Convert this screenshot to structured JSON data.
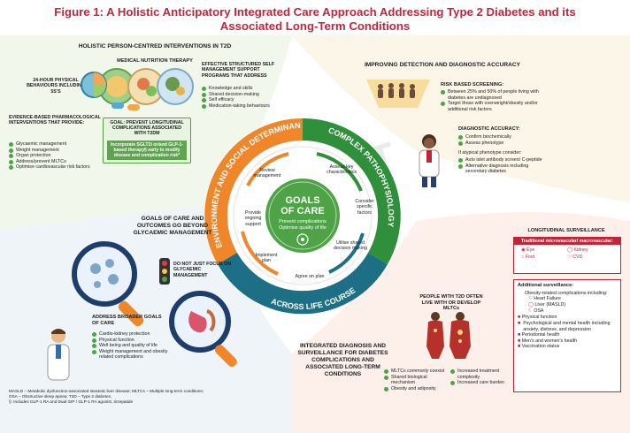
{
  "title_line1": "Figure 1: A Holistic Anticipatory Integrated Care Approach Addressing Type 2 Diabetes and its",
  "title_line2": "Associated Long-Term Conditions",
  "watermark": "DRAFT",
  "top_left": {
    "heading": "HOLISTIC PERSON-CENTRED INTERVENTIONS IN T2D",
    "medical_nutrition": "MEDICAL NUTRITION THERAPY",
    "physical_behaviours": "24-HOUR PHYSICAL BEHAVIOURS INCLUDING 5S'S",
    "self_mgmt_heading": "EFFECTIVE STRUCTURED SELF MANAGEMENT SUPPORT PROGRAMS THAT ADDRESS",
    "self_mgmt_items": [
      "Knowledge and skills",
      "Shared decision-making",
      "Self efficacy",
      "Medication-taking behaviours"
    ],
    "pharm_heading": "EVIDENCE-BASED PHARMACOLOGICAL INTERVENTIONS THAT PROVIDE:",
    "pharm_items": [
      "Glycaemic management",
      "Weight management",
      "Organ protection",
      "Address/prevent MLTCs",
      "Optimise cardiovascular risk factors"
    ],
    "goal_text": "GOAL: PREVENT LONGITUDINAL COMPLICATIONS ASSOCIATED WITH T2DM",
    "incorporate_text": "Incorporate SGLT2i or/and GLP-1-based therapy§ early to modify disease and complication risk*"
  },
  "top_right": {
    "heading": "IMPROVING DETECTION AND DIAGNOSTIC ACCURACY",
    "risk_heading": "RISK BASED SCREENING:",
    "risk_items": [
      "Between 25% and 50% of people living with diabetes are undiagnosed",
      "Target those with overweight/obesity and/or additional risk factors"
    ],
    "diag_heading": "DIAGNOSTIC ACCURACY:",
    "diag_items": [
      "Confirm biochemically",
      "Assess phenotype"
    ],
    "atypical_text": "If atypical phenotype consider:",
    "atypical_items": [
      "Auto islet antibody screen/ C-peptide",
      "Alternative diagnosis including secondary diabetes"
    ]
  },
  "wheel": {
    "left_band": "ENVIRONMENT AND SOCIAL DETERMINANTS",
    "right_band": "COMPLEX PATHOPHYSIOLOGY",
    "bottom_band": "ACROSS LIFE COURSE",
    "goals_title_1": "GOALS",
    "goals_title_2": "OF CARE",
    "goals_items": [
      "Prevent complications",
      "Optimise quality of life"
    ],
    "steps": [
      "Review management",
      "Assess key characteristics",
      "Consider specific factors",
      "Utilise shared decision making",
      "Agree on plan",
      "Implement plan",
      "Provide ongoing support"
    ]
  },
  "mid_left": {
    "heading": "GOALS OF CARE AND OUTCOMES GO BEYOND GLYCAEMIC MANAGEMENT",
    "not_just": "DO NOT JUST FOCUS ON GLYCAEMIC MANAGEMENT",
    "address_heading": "ADDRESS BROADER GOALS OF CARE",
    "address_items": [
      "Cardio-kidney protection",
      "Physical function",
      "Well being and quality of life",
      "Weight management and obesity related complications"
    ]
  },
  "footnote": {
    "line1": "MASLD – Metabolic dysfunction-associated steatotic liver disease; MLTCs – Multiple long-term conditions; OSA – Obstructive sleep apnea; T2D – Type 2 diabetes.",
    "line2": "§: Includes GLP-1 RA and Dual GIP / GLP-1 RA agonist, tirzepatide"
  },
  "bottom_center": {
    "heading": "INTEGRATED DIAGNOSIS AND SURVEILLANCE FOR DIABETES COMPLICATIONS AND ASSOCIATED LONG-TERM CONDITIONS",
    "people_heading": "PEOPLE WITH T2D OFTEN LIVE WITH OR DEVELOP MLTCs",
    "col1": [
      "MLTCs commonly coexist",
      "Shared biological mechanism",
      "Obesity and adiposity"
    ],
    "col2": [
      "Increased treatment complexity",
      "Increased care burden"
    ]
  },
  "surveillance": {
    "heading": "LONGITUDINAL SURVEILLANCE",
    "traditional_heading": "Traditional microvascular/ macrovascular:",
    "traditional_items": [
      "Eye",
      "Kidney",
      "Foot",
      "CVD"
    ],
    "additional_heading": "Additional surveillance:",
    "obesity_text": "Obesity-related complications including:",
    "obesity_items": [
      "Heart Failure",
      "Liver (MASLD)",
      "OSA"
    ],
    "other_items": [
      "Physical function",
      "Psychological and mental health including anxiety, distress, and depression",
      "Periodontal health",
      "Men's and women's health",
      "Vaccination status"
    ]
  },
  "colors": {
    "title_red": "#c0263a",
    "band_orange": "#f0862a",
    "band_green": "#2f8f3a",
    "band_teal": "#1d6f86",
    "goal_green": "#4fa347"
  }
}
